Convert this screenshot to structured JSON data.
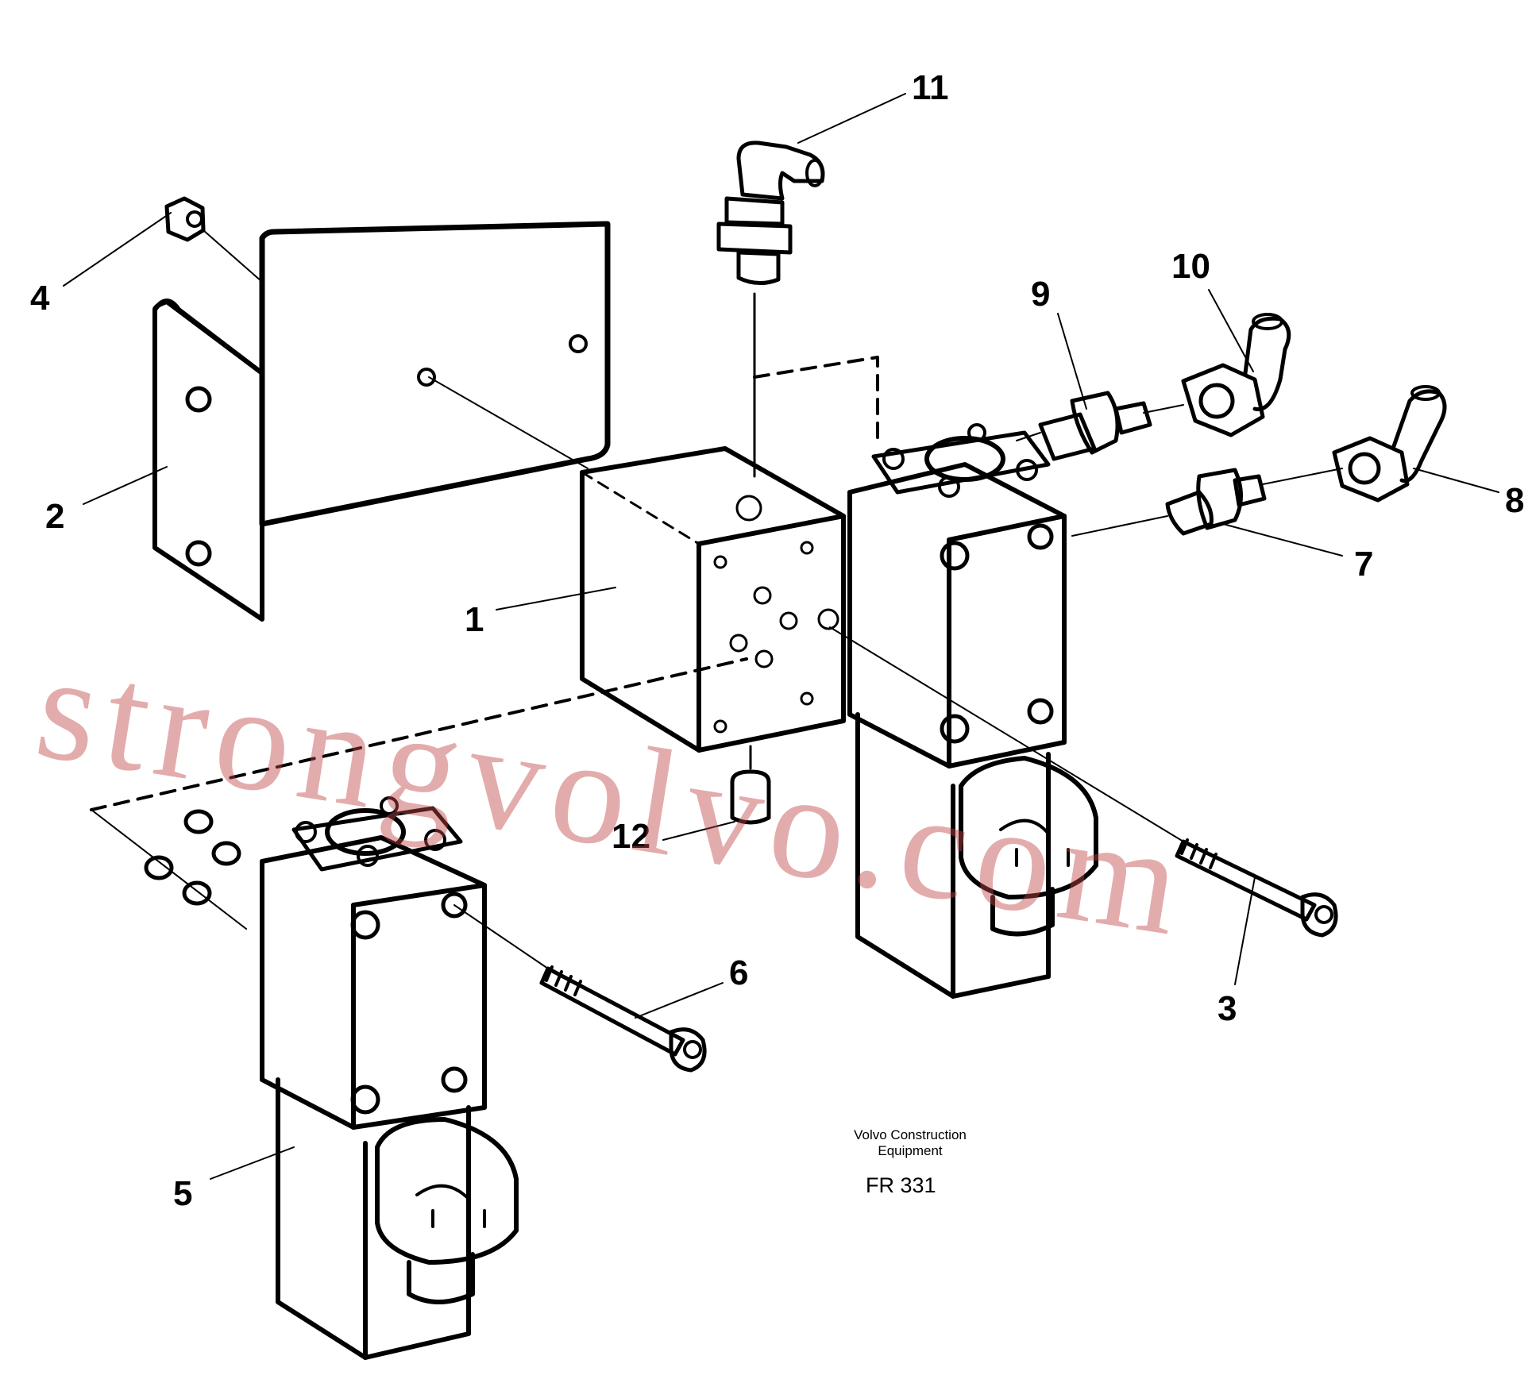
{
  "diagram": {
    "callouts": {
      "c1": "1",
      "c2": "2",
      "c3": "3",
      "c4": "4",
      "c5": "5",
      "c6": "6",
      "c7": "7",
      "c8": "8",
      "c9": "9",
      "c10": "10",
      "c11": "11",
      "c12": "12"
    },
    "caption_line1": "Volvo Construction",
    "caption_line2": "Equipment",
    "figure_code": "FR 331",
    "watermark": "strongvolvo.com"
  }
}
